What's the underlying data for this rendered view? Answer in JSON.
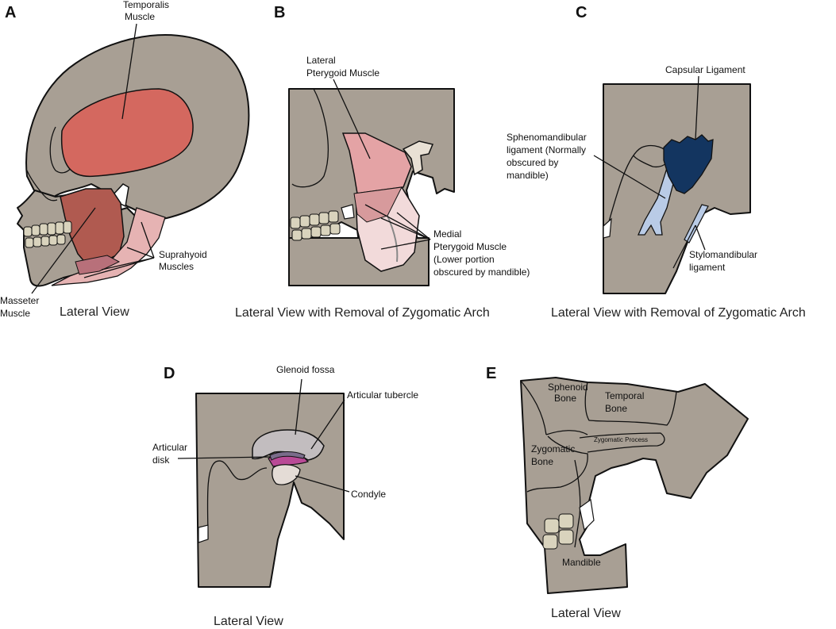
{
  "panel_a": {
    "letter": "A",
    "temporalis": [
      "Temporalis",
      "Muscle"
    ],
    "suprahyoid": [
      "Suprahyoid",
      "Muscles"
    ],
    "masseter": [
      "Masseter",
      "Muscle"
    ],
    "caption": "Lateral View"
  },
  "panel_b": {
    "letter": "B",
    "lateral_pterygoid": [
      "Lateral",
      "Pterygoid Muscle"
    ],
    "medial_pterygoid": [
      "Medial",
      "Pterygoid Muscle",
      "(Lower portion",
      "obscured by mandible)"
    ],
    "caption": "Lateral View with Removal of Zygomatic Arch"
  },
  "panel_c": {
    "letter": "C",
    "capsular": "Capsular Ligament",
    "sphenomandibular": [
      "Sphenomandibular",
      "ligament (Normally",
      "obscured by",
      "mandible)"
    ],
    "stylomandibular": [
      "Stylomandibular",
      "ligament"
    ],
    "caption": "Lateral View with Removal of Zygomatic Arch"
  },
  "panel_d": {
    "letter": "D",
    "glenoid": "Glenoid fossa",
    "tubercle": "Articular tubercle",
    "disk": [
      "Articular",
      "disk"
    ],
    "condyle": "Condyle",
    "caption": "Lateral View"
  },
  "panel_e": {
    "letter": "E",
    "sphenoid": [
      "Sphenoid",
      "Bone"
    ],
    "temporal": [
      "Temporal",
      "Bone"
    ],
    "zygomatic_process": "Zygomatic Process",
    "zygomatic": [
      "Zygomatic",
      "Bone"
    ],
    "mandible": "Mandible",
    "caption": "Lateral View"
  },
  "colors": {
    "bone": "#a89f94",
    "temporalis": "#d4685f",
    "masseter": "#b05a50",
    "lateral_pterygoid": "#e4a3a5",
    "medial_pterygoid": "#f2dada",
    "capsular": "#133560",
    "ligament": "#b9cbe6",
    "disk": "#b94a96",
    "teeth": "#d9d3bd"
  }
}
